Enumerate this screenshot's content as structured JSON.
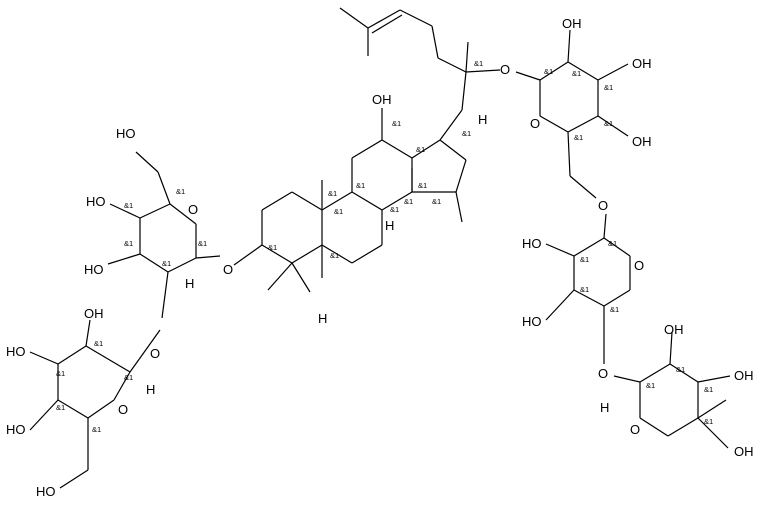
{
  "molecule": {
    "atom_labels": {
      "ho": "HO",
      "oh": "OH",
      "o": "O",
      "h": "H"
    },
    "stereo_label": "&1"
  }
}
